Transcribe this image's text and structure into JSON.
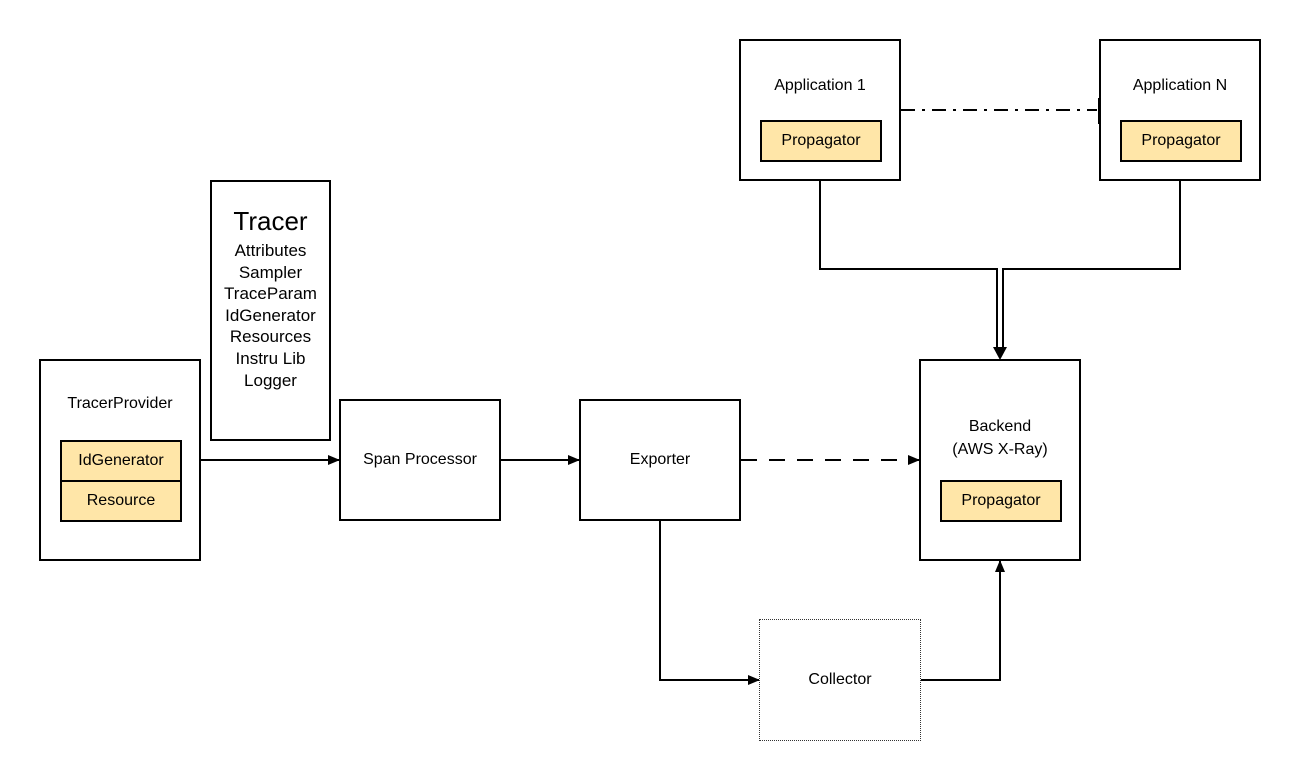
{
  "tracer": {
    "title": "Tracer",
    "items": [
      "Attributes",
      "Sampler",
      "TraceParam",
      "IdGenerator",
      "Resources",
      "Instru Lib",
      "Logger"
    ]
  },
  "tracer_provider": {
    "title": "TracerProvider",
    "components": [
      "IdGenerator",
      "Resource"
    ]
  },
  "span_processor": {
    "label": "Span Processor"
  },
  "exporter": {
    "label": "Exporter"
  },
  "collector": {
    "label": "Collector"
  },
  "backend": {
    "title_line1": "Backend",
    "title_line2": "(AWS X-Ray)",
    "propagator": "Propagator"
  },
  "application_1": {
    "title": "Application 1",
    "propagator": "Propagator"
  },
  "application_n": {
    "title": "Application N",
    "propagator": "Propagator"
  }
}
